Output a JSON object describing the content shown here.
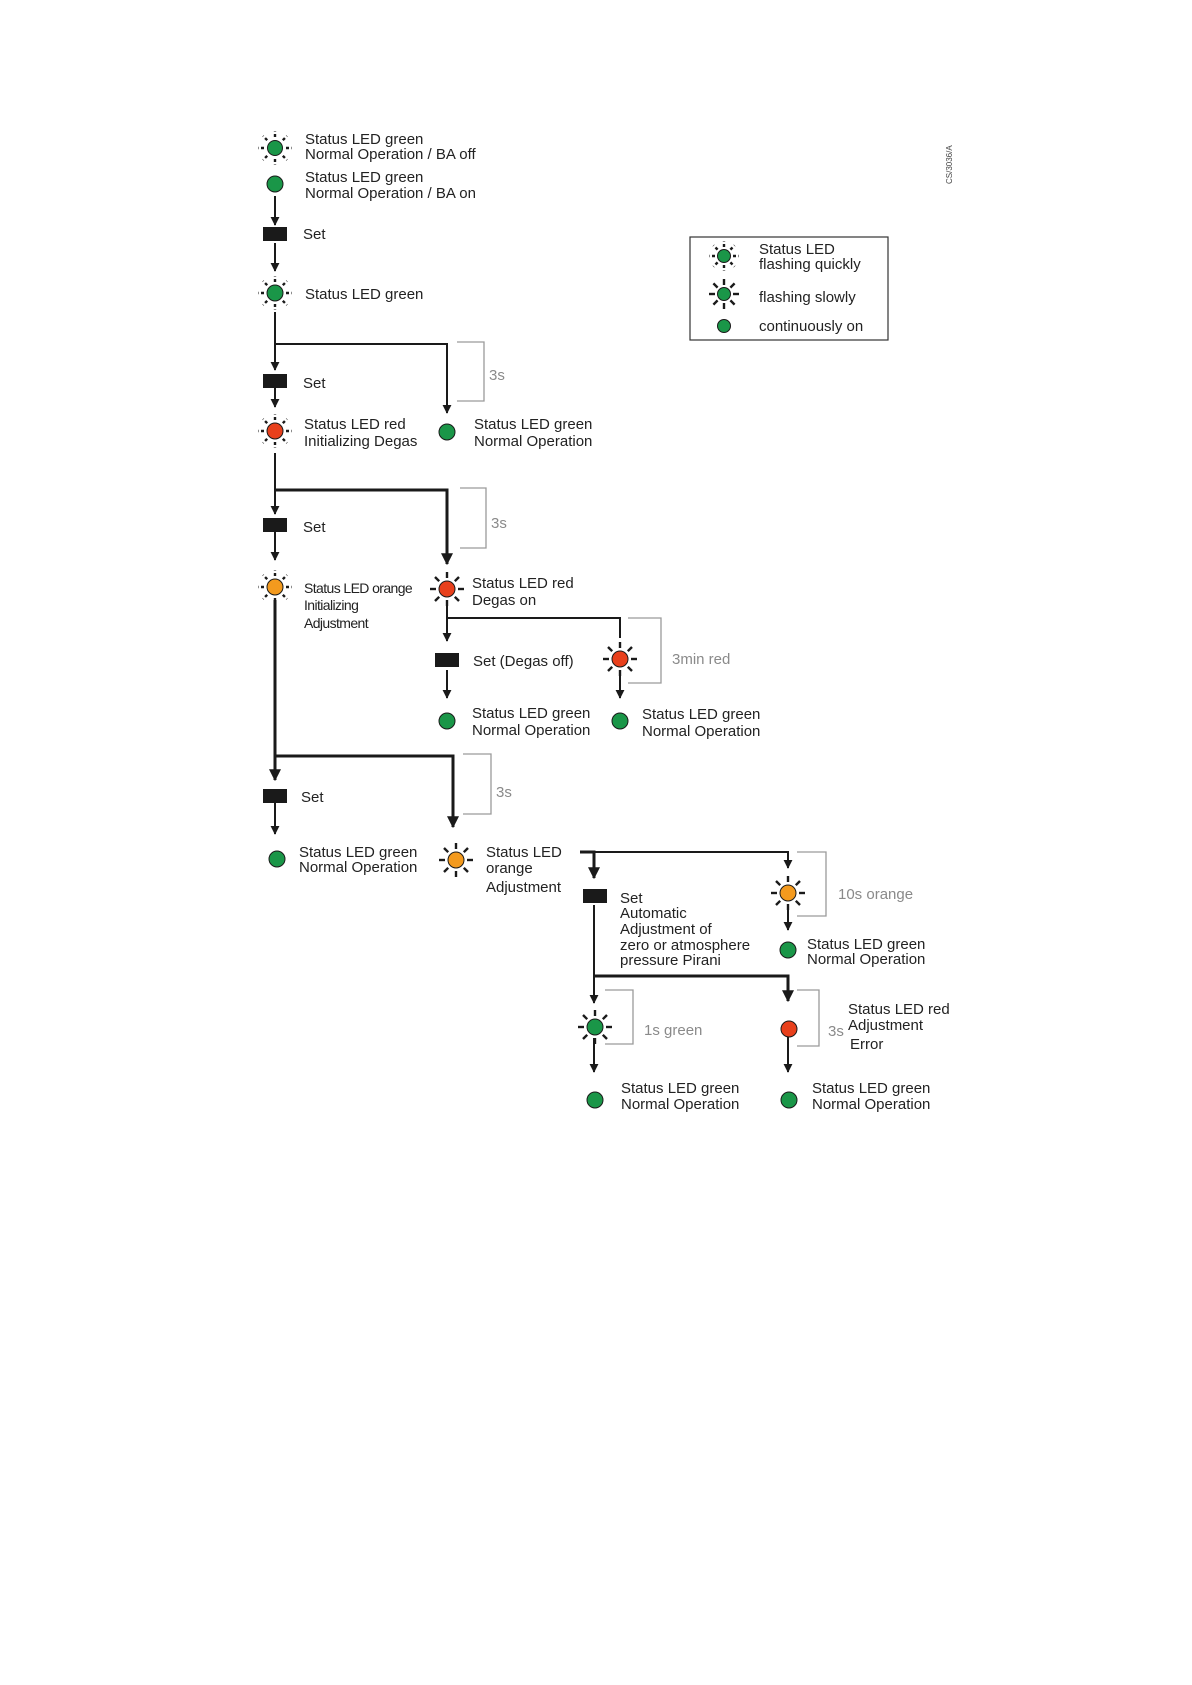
{
  "colors": {
    "green": "#1a9648",
    "red": "#e8401c",
    "orange": "#f39a1e",
    "line": "#1a1a1a",
    "bracket": "#9a9a9a",
    "gray_text": "#8a8a8a"
  },
  "icons": {
    "led_flash_quick": "led-flashing-quickly-icon",
    "led_flash_slow": "led-flashing-slowly-icon",
    "led_on": "led-continuously-on-icon",
    "set_button": "set-button-icon"
  },
  "doc_code": "CS/3036/A",
  "legend": {
    "quick_line1": "Status LED",
    "quick_line2": "flashing quickly",
    "slow": "flashing slowly",
    "on": "continuously on"
  },
  "nodes": {
    "start_off_line1": "Status LED green",
    "start_off_line2": "Normal Operation / BA off",
    "start_on_line1": "Status LED green",
    "start_on_line2": "Normal Operation / BA on",
    "set1": "Set",
    "green_flash": "Status LED green",
    "set2": "Set",
    "red_init_line1": "Status LED red",
    "red_init_line2": "Initializing Degas",
    "normal1_line1": "Status LED green",
    "normal1_line2": "Normal Operation",
    "set3": "Set",
    "orange_init_line1": "Status LED orange",
    "orange_init_line2": "Initializing",
    "orange_init_line3": "Adjustment",
    "degas_on_line1": "Status LED red",
    "degas_on_line2": "Degas on",
    "set_degas_off": "Set (Degas off)",
    "normal2_line1": "Status LED green",
    "normal2_line2": "Normal Operation",
    "normal3_line1": "Status LED green",
    "normal3_line2": "Normal Operation",
    "set4": "Set",
    "normal4_line1": "Status LED green",
    "normal4_line2": "Normal Operation",
    "adj_line1": "Status LED",
    "adj_line2": "orange",
    "adj_line3": "Adjustment",
    "auto_line1": "Set",
    "auto_line2": "Automatic",
    "auto_line3": "Adjustment of",
    "auto_line4": "zero or atmosphere",
    "auto_line5": "pressure Pirani",
    "normal5_line1": "Status LED green",
    "normal5_line2": "Normal Operation",
    "error_line1": "Status LED red",
    "error_line2": "Adjustment",
    "error_line3": "Error",
    "normal6_line1": "Status LED green",
    "normal6_line2": "Normal Operation",
    "normal7_line1": "Status LED green",
    "normal7_line2": "Normal Operation"
  },
  "timers": {
    "t1": "3s",
    "t2": "3s",
    "t3": "3min red",
    "t4": "3s",
    "t5": "10s orange",
    "t6": "1s green",
    "t7": "3s"
  }
}
